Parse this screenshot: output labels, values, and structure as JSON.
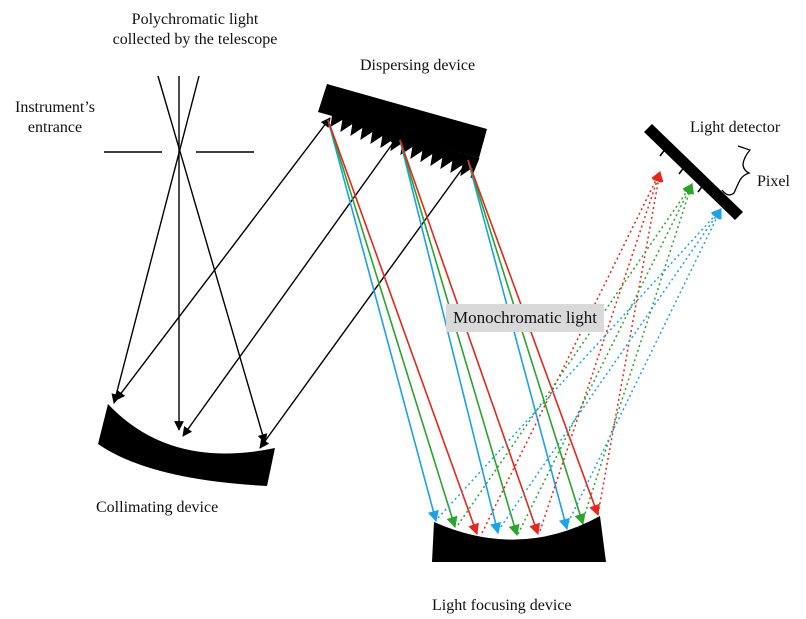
{
  "labels": {
    "polychromatic_line1": "Polychromatic light",
    "polychromatic_line2": "collected by the telescope",
    "entrance_line1": "Instrument’s",
    "entrance_line2": "entrance",
    "dispersing": "Dispersing device",
    "detector": "Light detector",
    "pixel": "Pixel",
    "monochromatic": "Monochromatic light",
    "collimating": "Collimating device",
    "focusing": "Light focusing device"
  },
  "colors": {
    "red": "#e8261a",
    "green": "#2aa52a",
    "blue": "#19a3e8",
    "black": "#000000",
    "label_box": "#d9d9d9"
  }
}
